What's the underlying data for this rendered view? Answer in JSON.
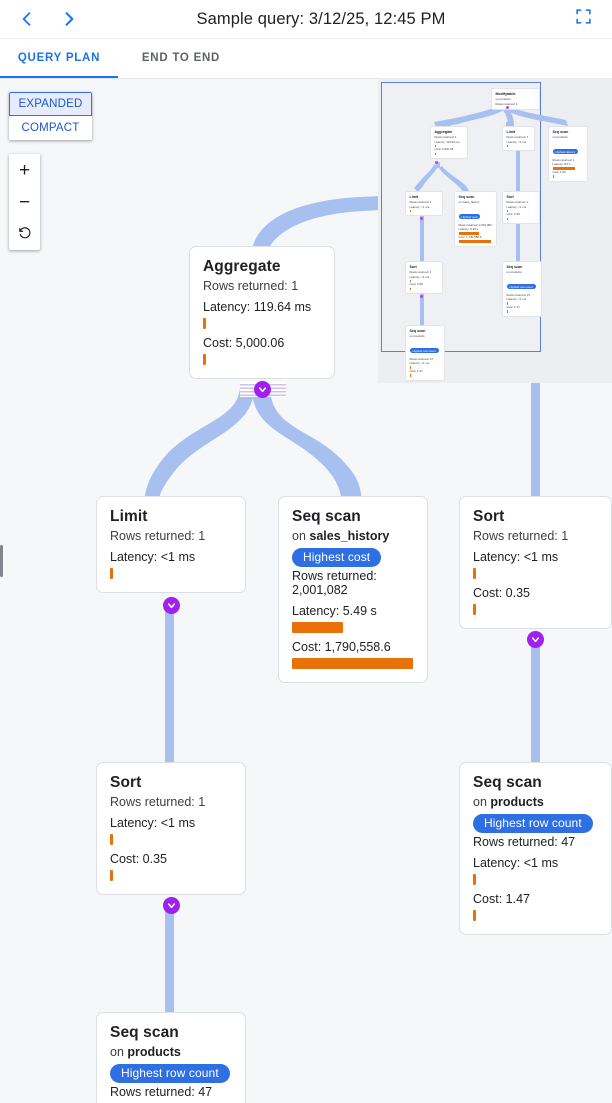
{
  "header": {
    "title": "Sample query: 3/12/25, 12:45 PM",
    "back_icon": "chevron-left-icon",
    "forward_icon": "chevron-right-icon",
    "fullscreen_icon": "fullscreen-icon"
  },
  "tabs": [
    {
      "label": "QUERY PLAN",
      "active": true
    },
    {
      "label": "END TO END",
      "active": false
    }
  ],
  "controls": {
    "expanded_label": "EXPANDED",
    "compact_label": "COMPACT",
    "selected_mode": "EXPANDED",
    "zoom_in": "+",
    "zoom_out": "−",
    "reset": "reset-icon"
  },
  "ghost_node": {
    "title": "Modifytable",
    "line1": "on products",
    "line2": "Rows returned"
  },
  "ghost_node_2": {
    "title": "Limit",
    "line1": "Rows returned: 1",
    "line2": "Latency: <1 ms"
  },
  "nodes": {
    "aggregate": {
      "title": "Aggregate",
      "rows": "Rows returned: 1",
      "latency": "Latency: 119.64 ms",
      "cost": "Cost: 5,000.06"
    },
    "limit": {
      "title": "Limit",
      "rows": "Rows returned: 1",
      "latency": "Latency: <1 ms"
    },
    "seq_scan_sales": {
      "title": "Seq scan",
      "on_prefix": "on ",
      "on_table": "sales_history",
      "badge": "Highest cost",
      "rows": "Rows returned: 2,001,082",
      "latency": "Latency: 5.49 s",
      "cost": "Cost: 1,790,558.6"
    },
    "sort_right": {
      "title": "Sort",
      "rows": "Rows returned: 1",
      "latency": "Latency: <1 ms",
      "cost": "Cost: 0.35"
    },
    "sort_left": {
      "title": "Sort",
      "rows": "Rows returned: 1",
      "latency": "Latency: <1 ms",
      "cost": "Cost: 0.35"
    },
    "seq_scan_products_right": {
      "title": "Seq scan",
      "on_prefix": "on ",
      "on_table": "products",
      "badge": "Highest row count",
      "rows": "Rows returned: 47",
      "latency": "Latency: <1 ms",
      "cost": "Cost: 1.47"
    },
    "seq_scan_products_bottom": {
      "title": "Seq scan",
      "on_prefix": "on ",
      "on_table": "products",
      "badge": "Highest row count",
      "rows": "Rows returned: 47"
    }
  },
  "minimap": {
    "nodes": [
      {
        "title": "Modifytable",
        "sub": [
          "on products",
          "Rows returned: 1"
        ]
      },
      {
        "title": "Aggregate",
        "sub": [
          "Rows returned: 1",
          "Latency: 119.64 ms",
          "Cost: 5,000.06"
        ]
      },
      {
        "title": "Limit",
        "sub": [
          "Rows returned: 1",
          "Latency: <1 ms"
        ]
      },
      {
        "title": "Seq scan",
        "sub": [
          "on products",
          "Rows returned: 1",
          "Latency: 5.0 s",
          "Cost: 1.50"
        ],
        "badge": "Highest latency"
      },
      {
        "title": "Limit",
        "sub": [
          "Rows returned: 1",
          "Latency: <1 ms"
        ]
      },
      {
        "title": "Seq scan",
        "sub": [
          "on sales_history",
          "Rows returned: 2,001,082",
          "Latency: 5.49 s",
          "Cost: 1,790,558.6"
        ],
        "badge": "Highest cost"
      },
      {
        "title": "Sort",
        "sub": [
          "Rows returned: 1",
          "Latency: <1 ms",
          "Cost: 0.35"
        ]
      },
      {
        "title": "Sort",
        "sub": [
          "Rows returned: 1",
          "Latency: <1 ms",
          "Cost: 0.35"
        ]
      },
      {
        "title": "Seq scan",
        "sub": [
          "on products",
          "Rows returned: 47",
          "Latency: <1 ms",
          "Cost: 1.47"
        ],
        "badge": "Highest row count"
      },
      {
        "title": "Seq scan",
        "sub": [
          "on products",
          "Rows returned: 47",
          "Latency: <1 ms",
          "Cost: 1.47"
        ],
        "badge": "Highest row count"
      }
    ]
  },
  "colors": {
    "accent": "#1a73e8",
    "badge": "#2f6fe4",
    "bar": "#e8710a",
    "edge": "#a7c0ef",
    "collapse": "#a020f0",
    "canvas_bg": "#f6f7f9"
  }
}
